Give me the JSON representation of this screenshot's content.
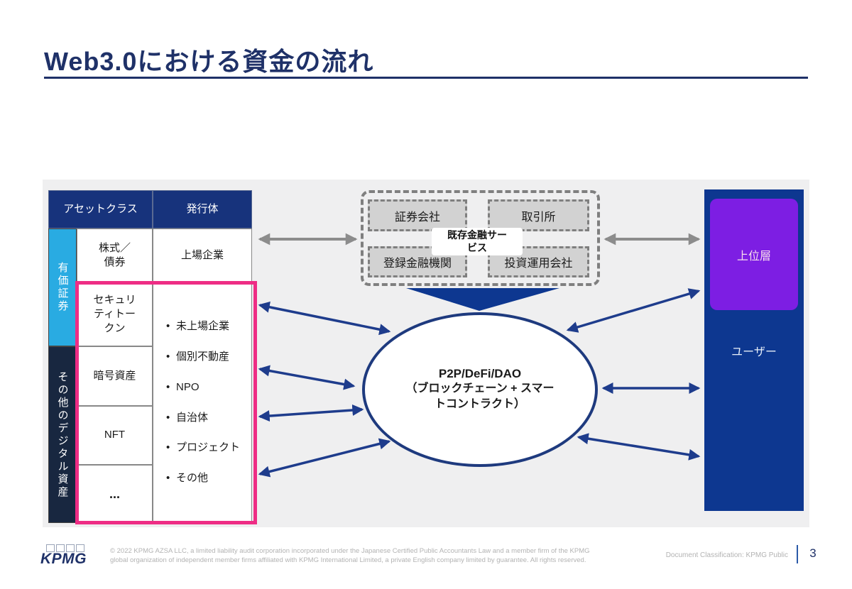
{
  "slide": {
    "title": "Web3.0における資金の流れ",
    "logo": "KPMG",
    "copyright": "© 2022 KPMG AZSA LLC, a limited liability audit corporation incorporated under the Japanese Certified Public Accountants Law and a member firm of the KPMG global organization of independent member firms affiliated with KPMG International Limited, a private English company limited by guarantee. All rights reserved.",
    "classification": "Document Classification: KPMG Public",
    "page_number": "3"
  },
  "table": {
    "header_asset_class": "アセットクラス",
    "header_issuer": "発行体",
    "group_securities": "有価証券",
    "group_other_digital": "その他のデジタル資産",
    "row_equity": "株式／\n債券",
    "row_security_token": "セキュリ\nティトー\nクン",
    "row_crypto": "暗号資産",
    "row_nft": "NFT",
    "row_more": "...",
    "issuer_listed": "上場企業",
    "issuer_bullets": [
      "未上場企業",
      "個別不動産",
      "NPO",
      "自治体",
      "プロジェクト",
      "その他"
    ]
  },
  "existing_finance": {
    "label": "既存金融サービス",
    "box_securities_firm": "証券会社",
    "box_exchange": "取引所",
    "box_registered_fi": "登録金融機関",
    "box_asset_mgmt": "投資運用会社"
  },
  "center": {
    "title": "P2P/DeFi/DAO",
    "subtitle": "（ブロックチェーン + スマートコントラクト）"
  },
  "right_panel": {
    "upper_layer": "上位層",
    "users": "ユーザー"
  },
  "colors": {
    "accent_navy": "#1F3168",
    "header_navy": "#17337C",
    "panel_blue": "#0D3790",
    "cyan": "#29ABE2",
    "dark_sidebar": "#182740",
    "pink_highlight": "#EE2D85",
    "purple": "#7D1EE3",
    "arrow_blue": "#1E3C8C",
    "arrow_gray": "#8C8C8C"
  }
}
